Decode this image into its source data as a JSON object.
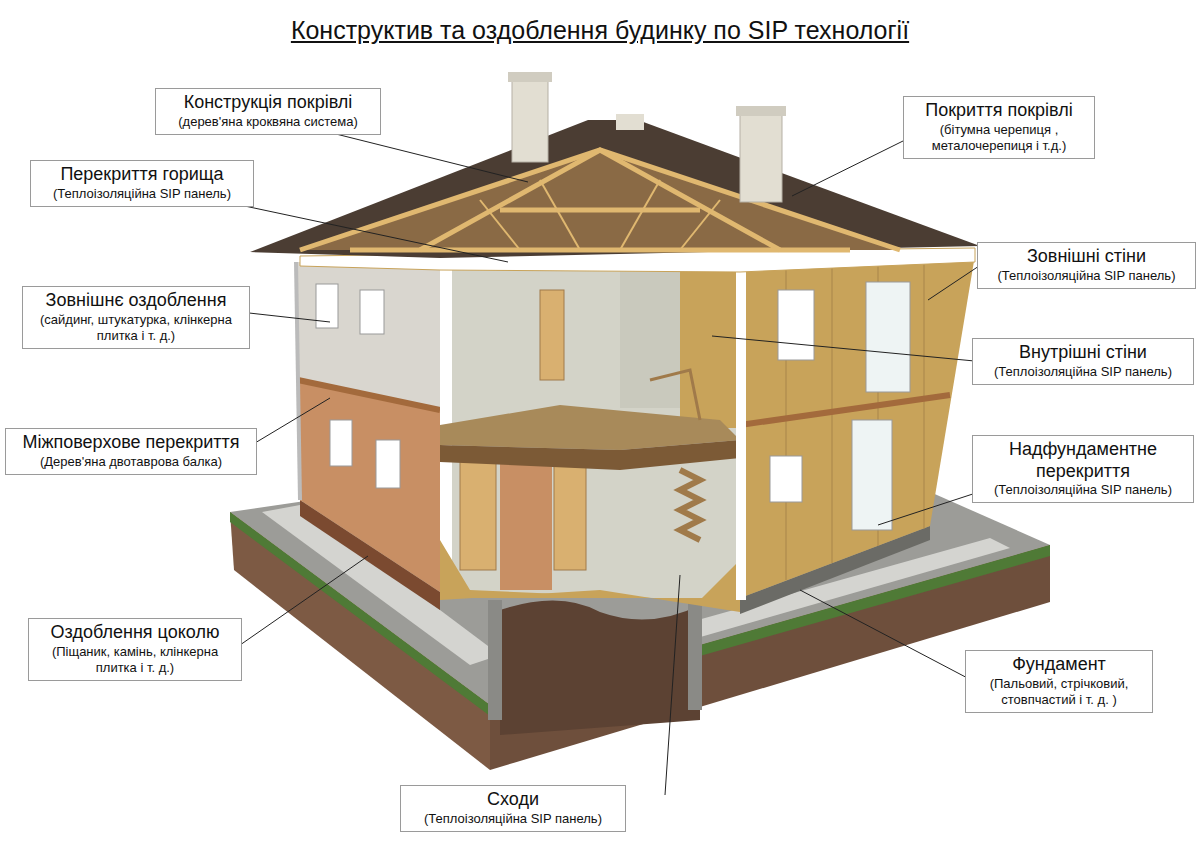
{
  "diagram": {
    "title": "Конструктив та оздоблення будинку по SIP технології",
    "nodes": [
      {
        "text": [
          "Конструкція покрівлі",
          "(дерев'яна кроквяна система)"
        ]
      },
      {
        "text": [
          "Покриття покрівлі",
          "(бітумна черепиця , металочерепиця і т.д.)"
        ]
      },
      {
        "text": [
          "Перекриття горища",
          "(Теплоізоляційна SIP панель)"
        ]
      },
      {
        "text": [
          "Зовнішні стіни",
          "(Теплоізоляційна SIP панель)"
        ]
      },
      {
        "text": [
          "Зовнішнє оздоблення",
          "(сайдинг, штукатурка, клінкерна плитка і т. д.)"
        ]
      },
      {
        "text": [
          "Внутрішні стіни",
          "(Теплоізоляційна SIP панель)"
        ]
      },
      {
        "text": [
          "Міжповерхове перекриття",
          "(Дерев'яна двотаврова балка)"
        ]
      },
      {
        "text": [
          "Надфундаментне перекриття",
          "(Теплоізоляційна SIP панель)"
        ]
      },
      {
        "text": [
          "Оздоблення цоколю",
          "(Піщаник, камінь, клінкерна плитка і т. д.)"
        ]
      },
      {
        "text": [
          "Фундамент",
          "(Пальовий, стрічковий, стовпчастий і т. д. )"
        ]
      },
      {
        "text": [
          "Сходи",
          "(Теплоізоляційна SIP панель)"
        ]
      }
    ]
  }
}
